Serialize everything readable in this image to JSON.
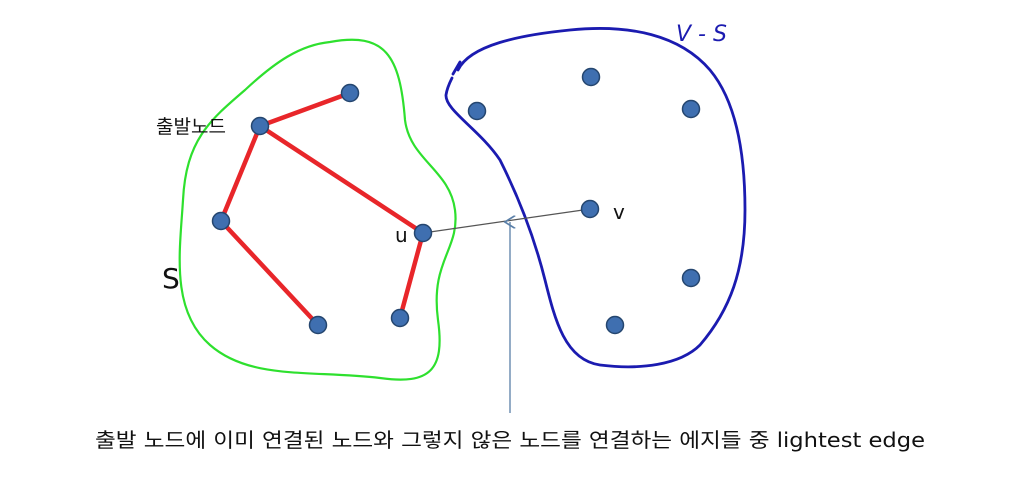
{
  "labels": {
    "start_node": "출발노드",
    "set_s": "S",
    "set_complement": "V - S",
    "node_u": "u",
    "node_v": "v",
    "caption": "출발 노드에 이미 연결된 노드와 그렇지 않은 노드를 연결하는 에지들 중 lightest edge"
  },
  "colors": {
    "set_s_boundary": "#2ee02e",
    "set_complement_boundary": "#1b1bb0",
    "tree_edge": "#e8262a",
    "node_fill": "#3f6fb0",
    "crossing_edge": "#555555",
    "arrow": "#5a7fa8"
  }
}
